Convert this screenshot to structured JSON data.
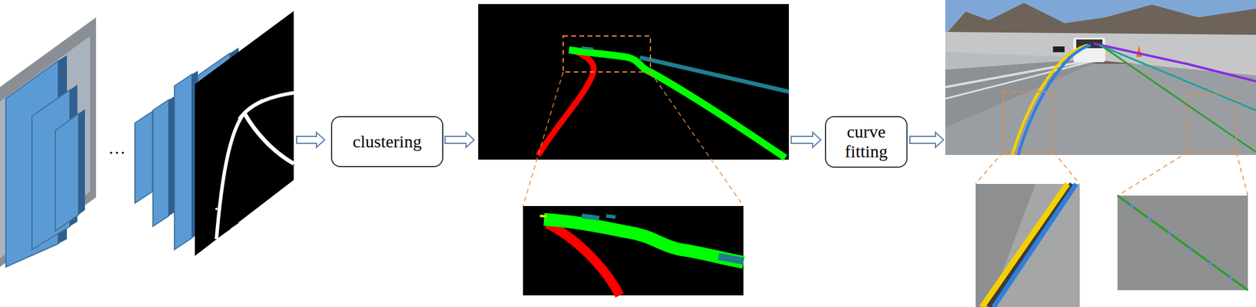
{
  "diagram": {
    "nodes": [
      {
        "text": [
          "clustering"
        ]
      },
      {
        "text": [
          "curve fitting"
        ]
      }
    ],
    "labels": [
      "…"
    ]
  }
}
